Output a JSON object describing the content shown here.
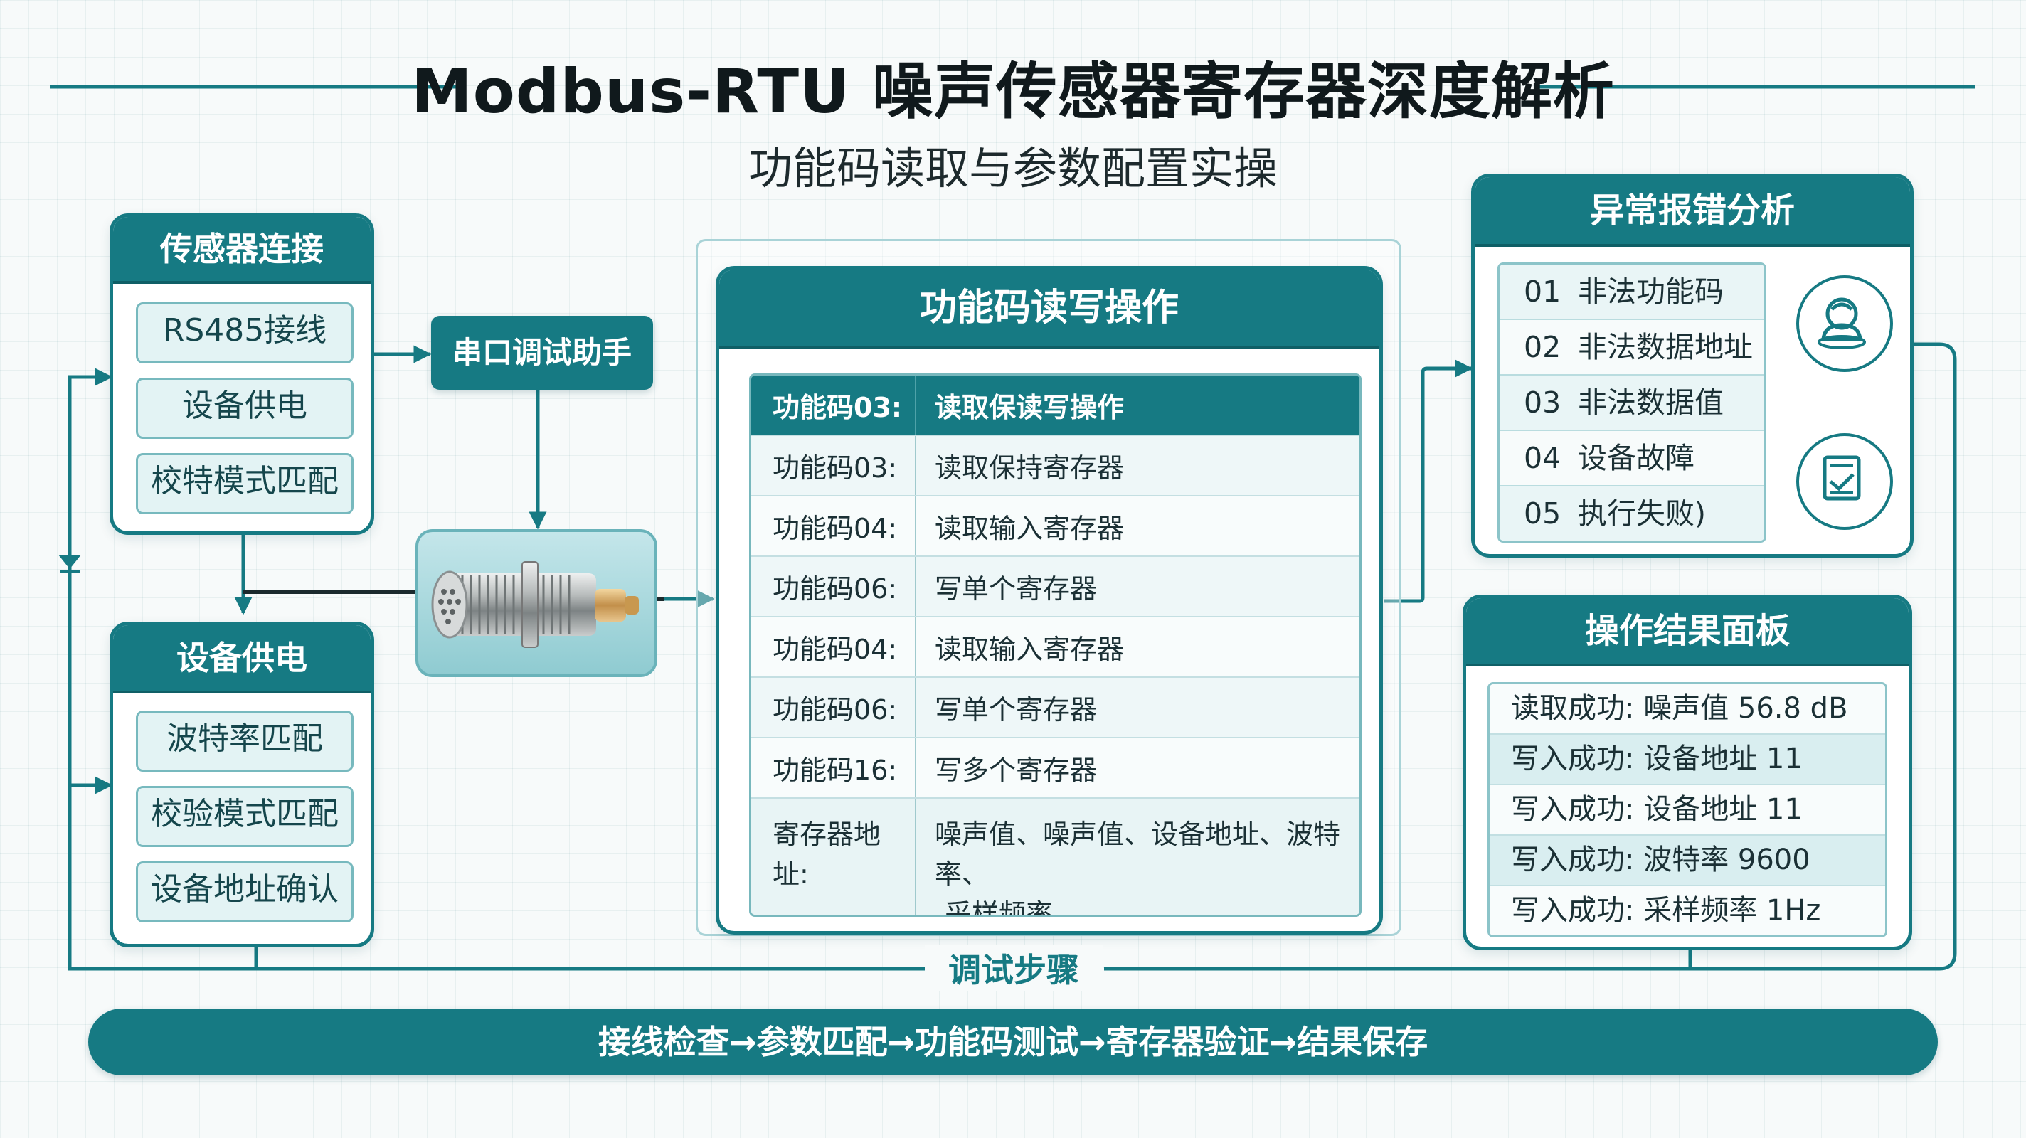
{
  "title": "Modbus-RTU 噪声传感器寄存器深度解析",
  "subtitle": "功能码读取与参数配置实操",
  "sensor_connect": {
    "title": "传感器连接",
    "items": [
      "RS485接线",
      "设备供电",
      "校特模式匹配"
    ]
  },
  "power": {
    "title": "设备供电",
    "items": [
      "波特率匹配",
      "校验模式匹配",
      "设备地址确认"
    ]
  },
  "serial_tool": "串口调试助手",
  "function_ops": {
    "title": "功能码读写操作",
    "header": [
      "功能码03:",
      "读取保读写操作"
    ],
    "rows": [
      [
        "功能码03:",
        "读取保持寄存器"
      ],
      [
        "功能码04:",
        "读取输入寄存器"
      ],
      [
        "功能码06:",
        "写单个寄存器"
      ],
      [
        "功能码04:",
        "读取输入寄存器"
      ],
      [
        "功能码06:",
        "写单个寄存器"
      ],
      [
        "功能码16:",
        "写多个寄存器"
      ]
    ],
    "register_label": "寄存器地址:",
    "register_line1": "噪声值、噪声值、设备地址、波特率、",
    "register_line2": "采样频率"
  },
  "errors": {
    "title": "异常报错分析",
    "items": [
      {
        "code": "01",
        "text": "非法功能码"
      },
      {
        "code": "02",
        "text": "非法数据地址"
      },
      {
        "code": "03",
        "text": "非法数据值"
      },
      {
        "code": "04",
        "text": "设备故障"
      },
      {
        "code": "05",
        "text": "执行失败)"
      }
    ],
    "icons": [
      "user-location-icon",
      "checklist-icon"
    ]
  },
  "results": {
    "title": "操作结果面板",
    "items": [
      "读取成功: 噪声值 56.8 dB",
      "写入成功: 设备地址 11",
      "写入成功: 设备地址 11",
      "写入成功: 波特率 9600",
      "写入成功: 采样频率 1Hz"
    ]
  },
  "debug_steps_label": "调试步骤",
  "debug_steps": "接线检查→参数匹配→功能码测试→寄存器验证→结果保存",
  "colors": {
    "primary": "#167a83",
    "primary_dark": "#0f5f66",
    "chip_bg": "#e3f3f4",
    "chip_border": "#77b9be",
    "background": "#f7fafa"
  }
}
